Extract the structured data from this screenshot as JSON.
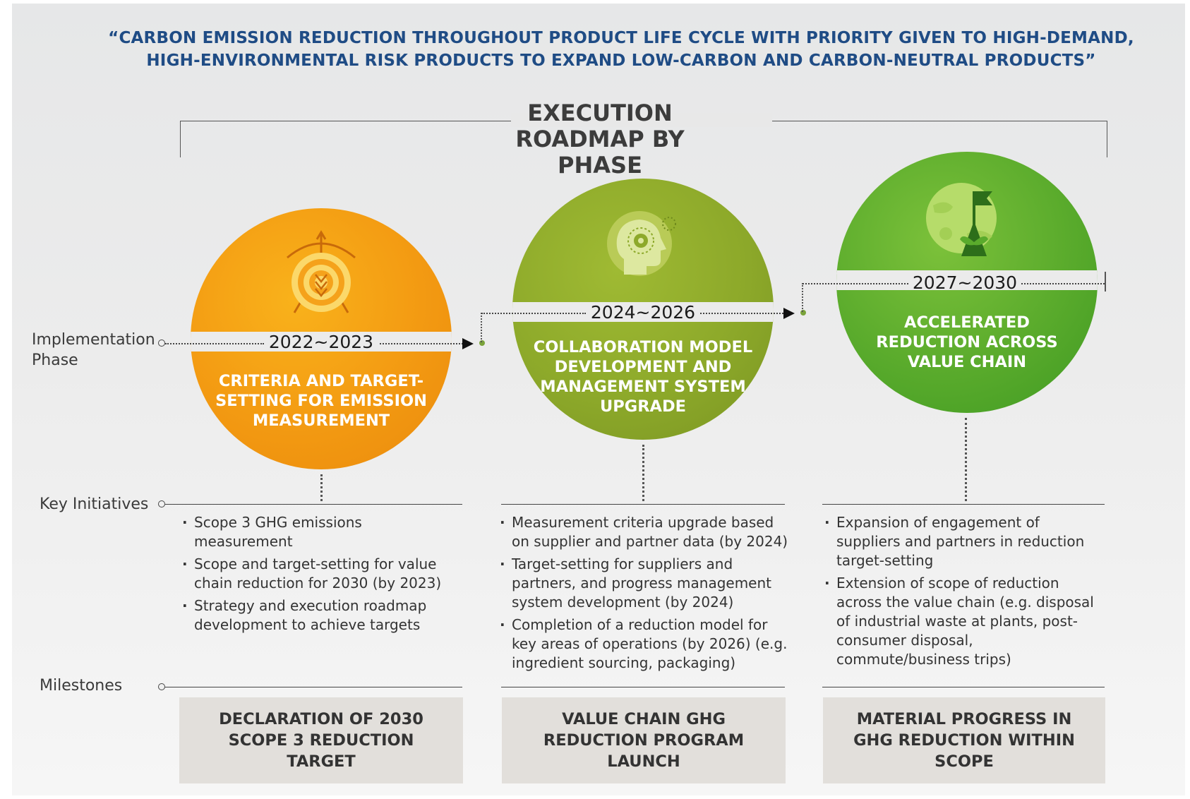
{
  "headline": "“CARBON EMISSION REDUCTION THROUGHOUT PRODUCT LIFE CYCLE WITH PRIORITY GIVEN TO HIGH-DEMAND, HIGH-ENVIRONMENTAL RISK PRODUCTS TO EXPAND LOW-CARBON AND CARBON-NEUTRAL PRODUCTS”",
  "title": "EXECUTION ROADMAP BY PHASE",
  "row_labels": {
    "implementation": "Implementation Phase",
    "initiatives": "Key Initiatives",
    "milestones": "Milestones"
  },
  "colors": {
    "headline": "#1f4c85",
    "phase1": "#f39a12",
    "phase2": "#8da92a",
    "phase3": "#5aab2c",
    "milestone_bg": "#e2dfdb"
  },
  "phases": [
    {
      "years": "2022~2023",
      "title": "CRITERIA AND TARGET-SETTING FOR EMISSION MEASUREMENT",
      "icon": "target-arrow-icon",
      "initiatives": [
        "Scope 3 GHG emissions measurement",
        "Scope and target-setting for value chain reduction for 2030 (by 2023)",
        "Strategy and execution roadmap development to achieve targets"
      ],
      "milestone": "DECLARATION OF 2030 SCOPE 3 REDUCTION TARGET"
    },
    {
      "years": "2024~2026",
      "title": "COLLABORATION MODEL DEVELOPMENT AND MANAGEMENT SYSTEM UPGRADE",
      "icon": "head-gear-icon",
      "initiatives": [
        "Measurement criteria upgrade based on supplier and partner data (by 2024)",
        "Target-setting for suppliers and partners, and progress management system development (by 2024)",
        "Completion of a reduction model for key areas of operations (by 2026) (e.g. ingredient sourcing, packaging)"
      ],
      "milestone": "VALUE CHAIN GHG REDUCTION PROGRAM LAUNCH"
    },
    {
      "years": "2027~2030",
      "title": "ACCELERATED REDUCTION ACROSS VALUE CHAIN",
      "icon": "globe-flag-sprout-icon",
      "initiatives": [
        "Expansion of engagement of suppliers and partners in reduction target-setting",
        "Extension of scope of reduction across the value chain (e.g. disposal of industrial waste at plants, post-consumer disposal, commute/business trips)"
      ],
      "milestone": "MATERIAL PROGRESS IN GHG REDUCTION WITHIN SCOPE"
    }
  ]
}
